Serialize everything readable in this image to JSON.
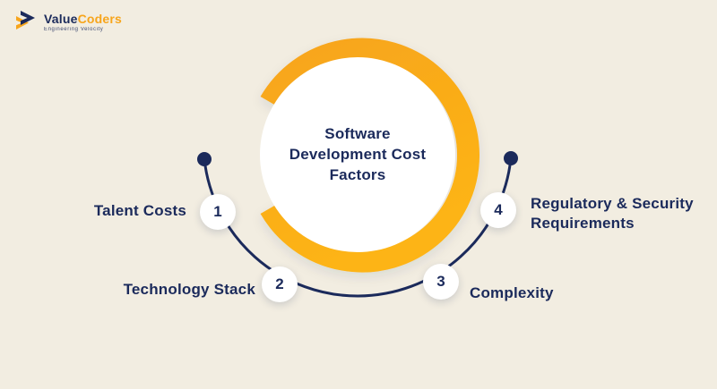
{
  "brand": {
    "name_primary": "Value",
    "name_secondary": "Coders",
    "tagline": "Engineering Velocity"
  },
  "diagram": {
    "title": "Software\nDevelopment Cost\nFactors",
    "factors": [
      {
        "number": "1",
        "label": "Talent Costs"
      },
      {
        "number": "2",
        "label": "Technology Stack"
      },
      {
        "number": "3",
        "label": "Complexity"
      },
      {
        "number": "4",
        "label": "Regulatory & Security\nRequirements"
      }
    ]
  },
  "icons": {
    "logo_mark": "double-chevron-right"
  },
  "colors": {
    "background": "#F2EDE1",
    "navy": "#1B2A5B",
    "orange": "#F7A51C",
    "orange_light": "#FDB415",
    "white": "#FFFFFF"
  }
}
